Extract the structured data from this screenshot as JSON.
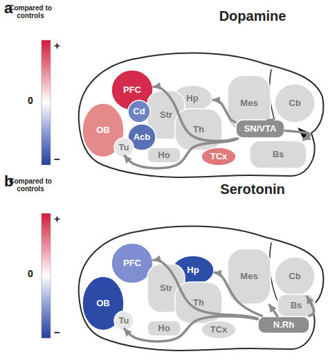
{
  "diagram": {
    "nodes": [
      {
        "text": [
          "PFC"
        ]
      },
      {
        "text": [
          "Hp"
        ]
      },
      {
        "text": [
          "Str"
        ]
      },
      {
        "text": [
          "Cd"
        ]
      },
      {
        "text": [
          "Mes"
        ]
      },
      {
        "text": [
          "Cb"
        ]
      },
      {
        "text": [
          "OB"
        ]
      },
      {
        "text": [
          "Th"
        ]
      },
      {
        "text": [
          "Acb"
        ]
      },
      {
        "text": [
          "Tu"
        ]
      },
      {
        "text": [
          "SN/VTA"
        ]
      },
      {
        "text": [
          "Ho"
        ]
      },
      {
        "text": [
          "TCx"
        ]
      },
      {
        "text": [
          "Bs"
        ]
      },
      {
        "text": [
          "PFC"
        ]
      },
      {
        "text": [
          "Hp"
        ]
      },
      {
        "text": [
          "Str"
        ]
      },
      {
        "text": [
          "Mes"
        ]
      },
      {
        "text": [
          "Cb"
        ]
      },
      {
        "text": [
          "OB"
        ]
      },
      {
        "text": [
          "Th"
        ]
      },
      {
        "text": [
          "Tu"
        ]
      },
      {
        "text": [
          "Ho"
        ]
      },
      {
        "text": [
          "TCx"
        ]
      },
      {
        "text": [
          "Bs"
        ]
      },
      {
        "text": [
          "N.Rh"
        ]
      }
    ],
    "edges": [
      {
        "from": 10,
        "to": 0,
        "arrow": "to"
      },
      {
        "from": 10,
        "to": 1,
        "arrow": "to"
      },
      {
        "from": 10,
        "to": 6,
        "arrow": "to"
      },
      {
        "from": 10,
        "to": 5,
        "arrow": "to"
      },
      {
        "from": 10,
        "to": 13,
        "arrow": "to"
      },
      {
        "from": 25,
        "to": 14,
        "arrow": "to"
      },
      {
        "from": 25,
        "to": 15,
        "arrow": "to"
      },
      {
        "from": 25,
        "to": 19,
        "arrow": "to"
      },
      {
        "from": 25,
        "to": 18,
        "arrow": "to"
      },
      {
        "from": 25,
        "to": 17,
        "arrow": "to"
      }
    ],
    "labels": [
      "a",
      "Compared to controls",
      "+",
      "0",
      "−",
      "Dopamine",
      "b",
      "Compared to controls",
      "+",
      "0",
      "−",
      "Serotonin"
    ]
  }
}
